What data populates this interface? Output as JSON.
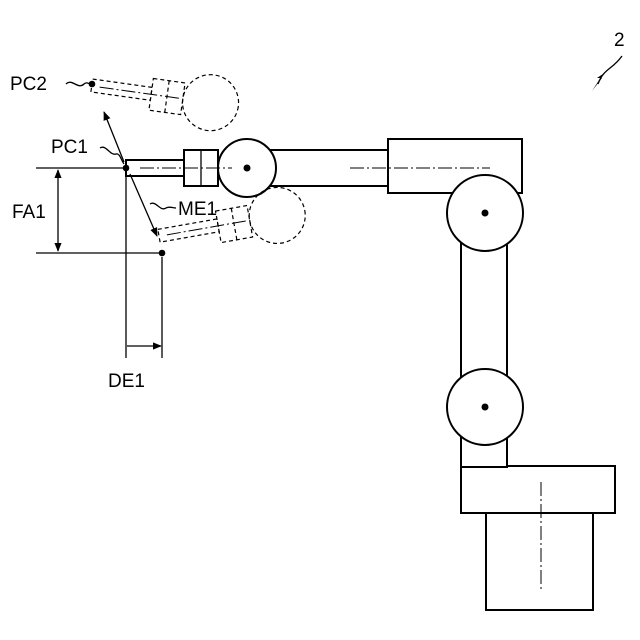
{
  "labels": {
    "figure_ref": "2",
    "pc2": "PC2",
    "pc1": "PC1",
    "me1": "ME1",
    "fa1": "FA1",
    "de1": "DE1"
  }
}
